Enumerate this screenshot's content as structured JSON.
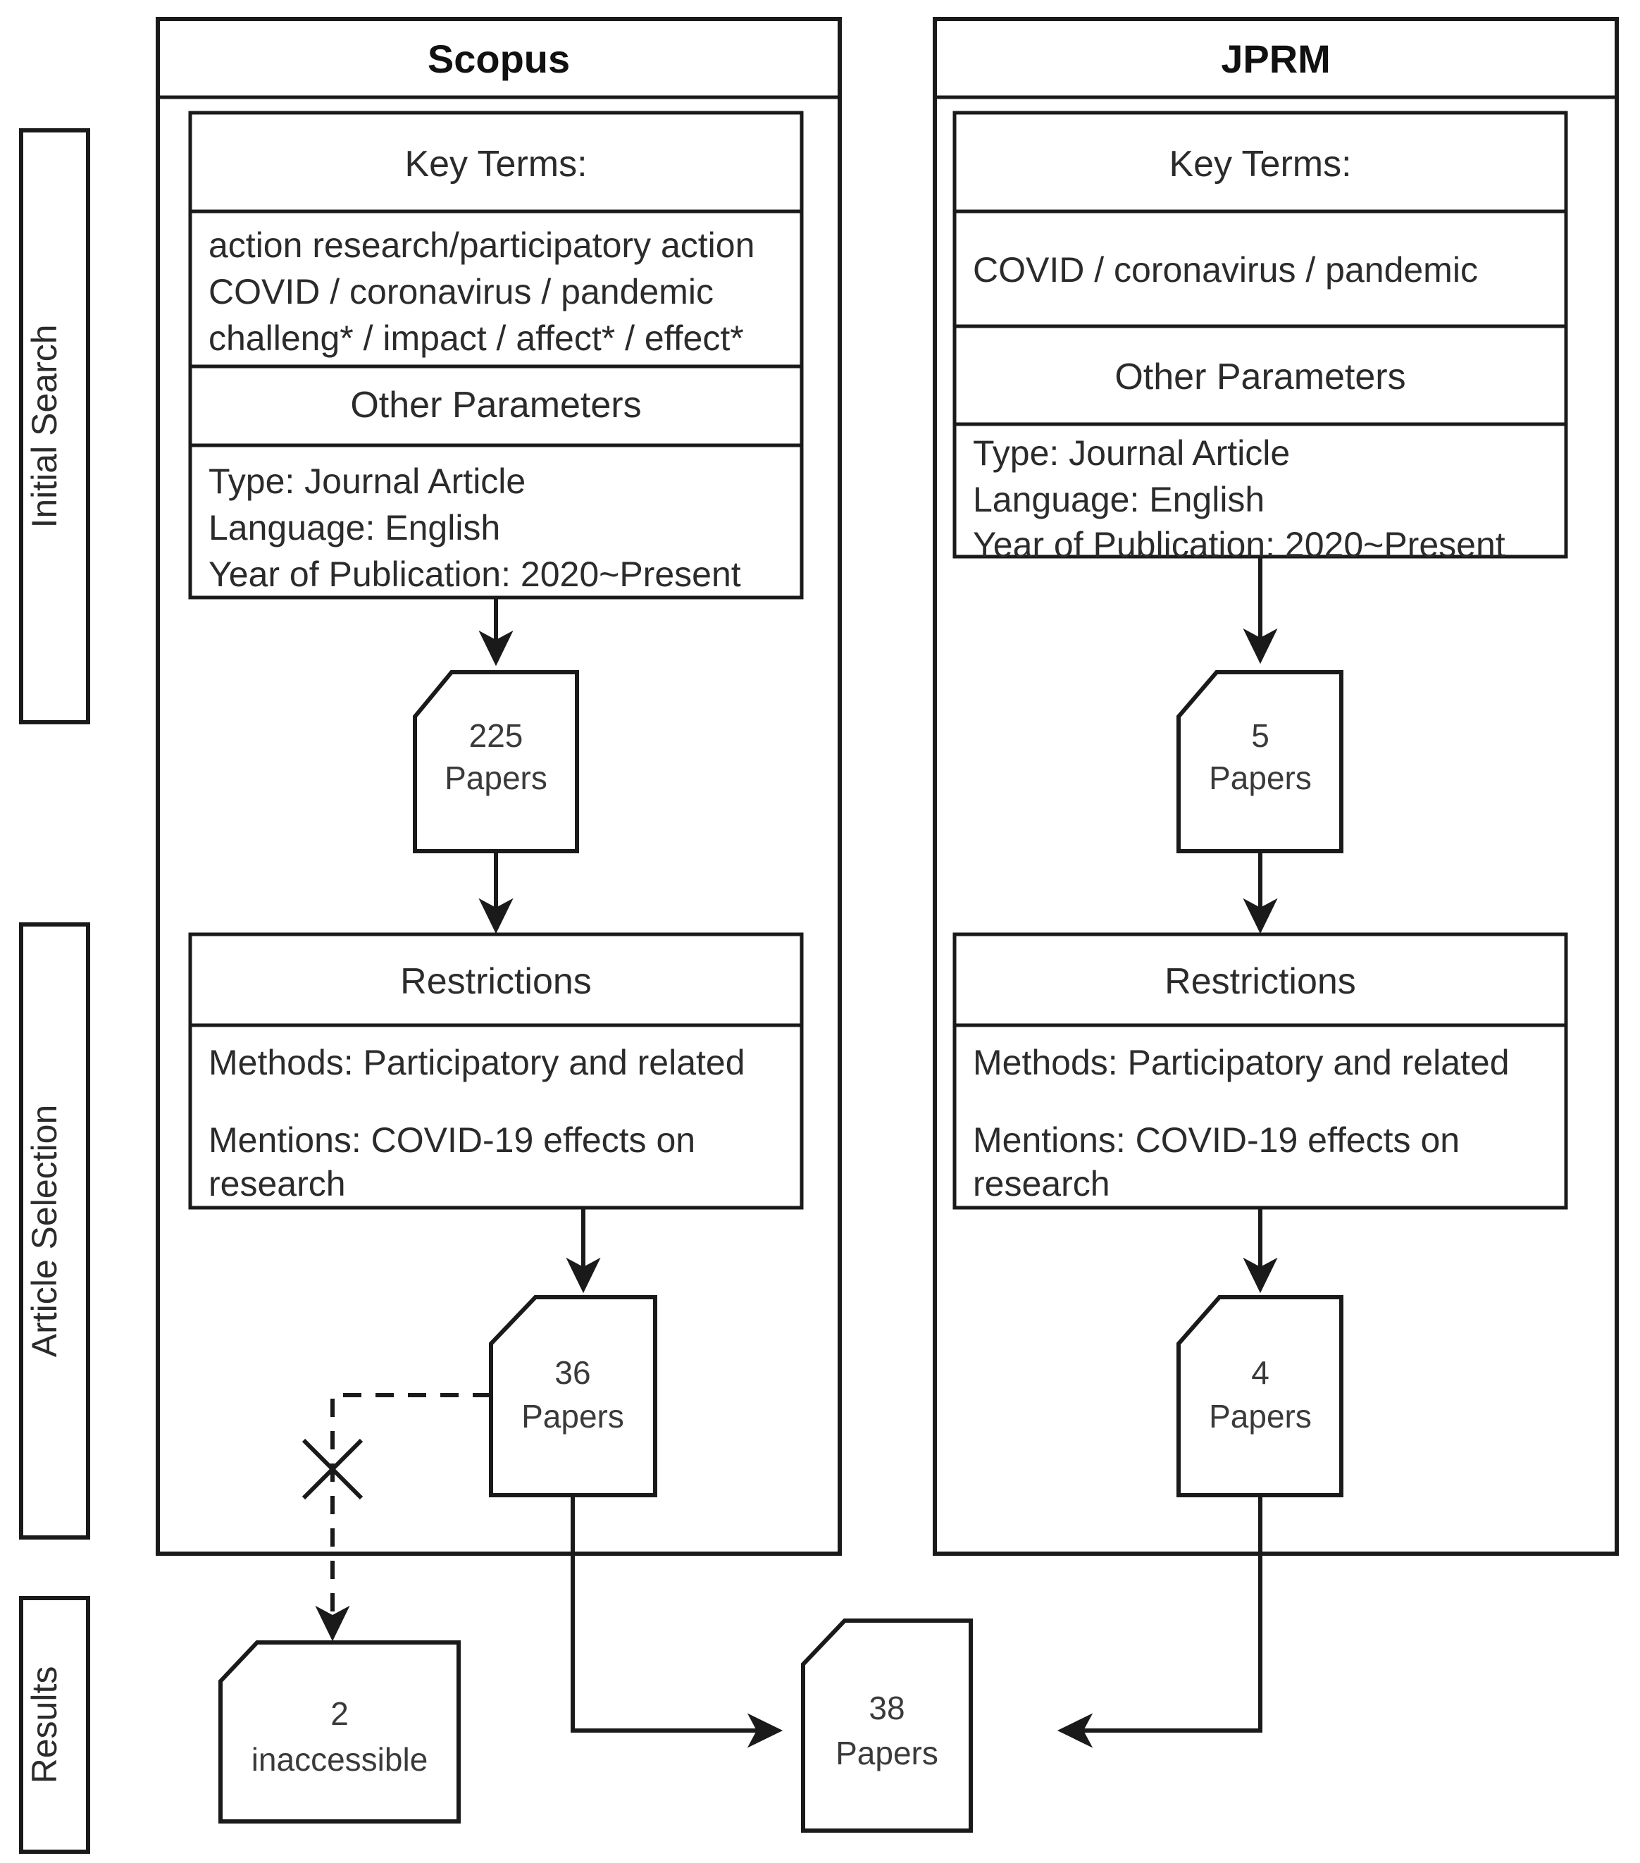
{
  "diagram": {
    "type": "prisma-flowchart",
    "title": "Literature search and article selection flow",
    "stages": [
      {
        "id": "initial-search",
        "label": "Initial Search"
      },
      {
        "id": "article-selection",
        "label": "Article Selection"
      },
      {
        "id": "results",
        "label": "Results"
      }
    ],
    "columns": [
      {
        "id": "scopus",
        "title": "Scopus",
        "key_terms_header": "Key Terms:",
        "key_terms": [
          "action research/participatory action",
          "COVID / coronavirus / pandemic",
          "challeng* / impact / affect* / effect*"
        ],
        "other_parameters_header": "Other Parameters",
        "other_parameters": [
          "Type: Journal Article",
          "Language: English",
          "Year of Publication: 2020~Present"
        ],
        "initial_count": "225",
        "initial_count_unit": "Papers",
        "restrictions_header": "Restrictions",
        "restrictions": [
          "Methods: Participatory and related",
          "Mentions: COVID-19 effects on",
          "research"
        ],
        "selected_count": "36",
        "selected_count_unit": "Papers"
      },
      {
        "id": "jprm",
        "title": "JPRM",
        "key_terms_header": "Key Terms:",
        "key_terms": [
          "COVID / coronavirus / pandemic"
        ],
        "other_parameters_header": "Other Parameters",
        "other_parameters": [
          "Type: Journal Article",
          "Language: English",
          "Year of Publication: 2020~Present"
        ],
        "initial_count": "5",
        "initial_count_unit": "Papers",
        "restrictions_header": "Restrictions",
        "restrictions": [
          "Methods: Participatory and related",
          "Mentions: COVID-19 effects on",
          "research"
        ],
        "selected_count": "4",
        "selected_count_unit": "Papers"
      }
    ],
    "excluded": {
      "count": "2",
      "label": "inaccessible",
      "marker": "x-exclusion-mark"
    },
    "final": {
      "count": "38",
      "unit": "Papers"
    },
    "colors": {
      "stroke": "#1a1a1a",
      "text": "#2b2b2b",
      "background": "#ffffff"
    }
  }
}
